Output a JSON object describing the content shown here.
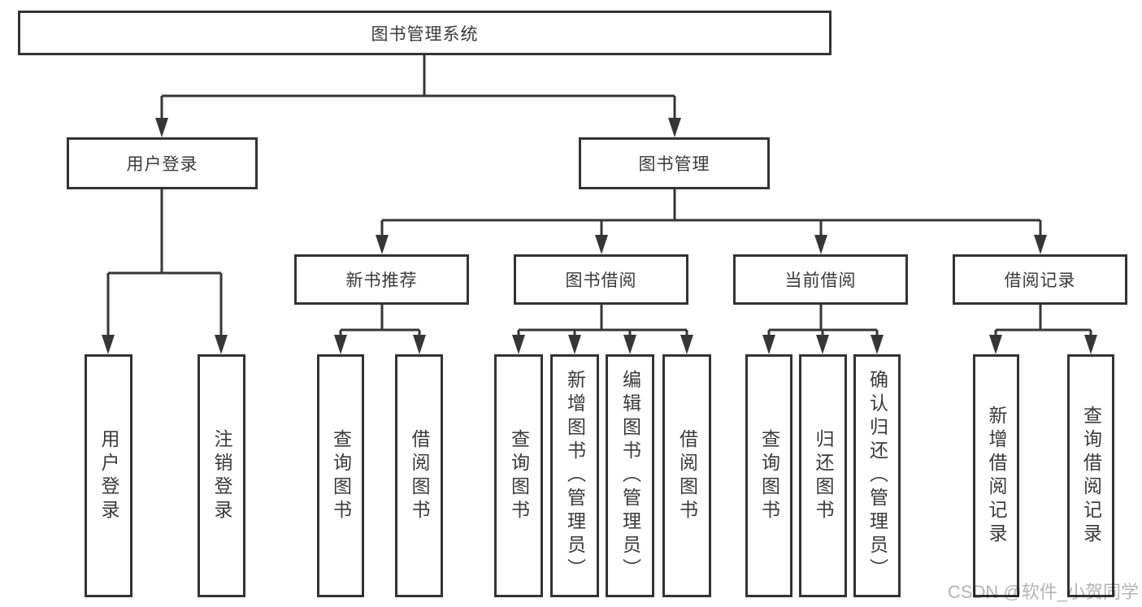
{
  "diagram": {
    "root": {
      "label": "图书管理系统"
    },
    "level2": {
      "user_login": "用户登录",
      "book_mgmt": "图书管理"
    },
    "level3": {
      "new_books": "新书推荐",
      "book_borrow": "图书借阅",
      "current_borrow": "当前借阅",
      "borrow_records": "借阅记录"
    },
    "leaves": {
      "user_login": "用户登录",
      "logout": "注销登录",
      "nb_query_books": "查询图书",
      "nb_borrow_books": "借阅图书",
      "bb_query_books": "查询图书",
      "bb_add_books": "新增图书（管理员）",
      "bb_edit_books": "编辑图书（管理员）",
      "bb_borrow_books": "借阅图书",
      "cb_query_books": "查询图书",
      "cb_return_books": "归还图书",
      "cb_confirm_return": "确认归还（管理员）",
      "br_add_record": "新增借阅记录",
      "br_query_record": "查询借阅记录"
    }
  },
  "watermark": "CSDN @软件_小贺同学",
  "colors": {
    "line": "#363636",
    "box_border": "#333333",
    "text": "#3a3a3a",
    "watermark": "#b4b4b4"
  }
}
